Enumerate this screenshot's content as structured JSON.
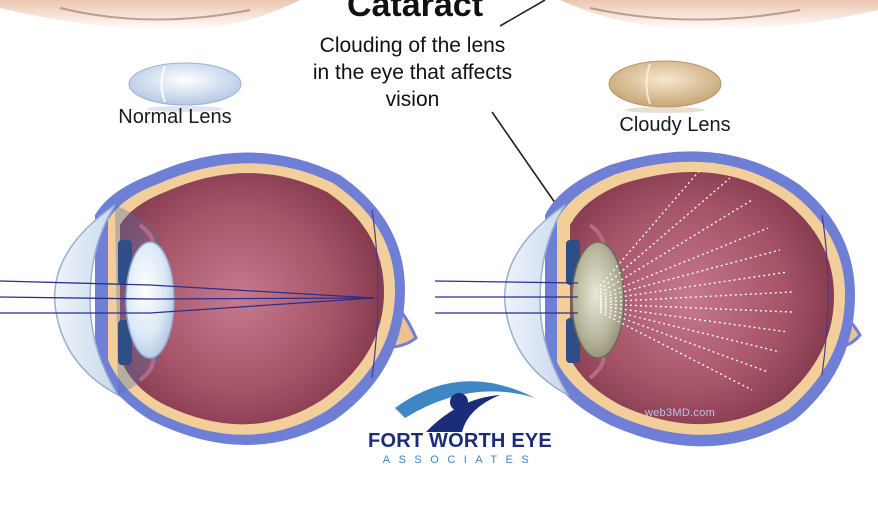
{
  "title": "Cataract",
  "definition": "Clouding of the lens in the eye that affects vision",
  "labels": {
    "normal_lens": "Normal Lens",
    "cloudy_lens": "Cloudy Lens"
  },
  "watermark": "web3MD.com",
  "logo": {
    "name": "FORT WORTH EYE",
    "subtitle": "ASSOCIATES"
  },
  "colors": {
    "sclera_outer": "#6f7fd6",
    "sclera_inner": "#f2cf9a",
    "retina": "#a85a70",
    "vitreous": "#9a4a60",
    "light_ray": "#2a2f8a",
    "clear_lens": "#dce9f7",
    "cloudy_lens": "#b7b39a",
    "logo_navy": "#1a2c7a",
    "logo_blue": "#3f86c4"
  }
}
